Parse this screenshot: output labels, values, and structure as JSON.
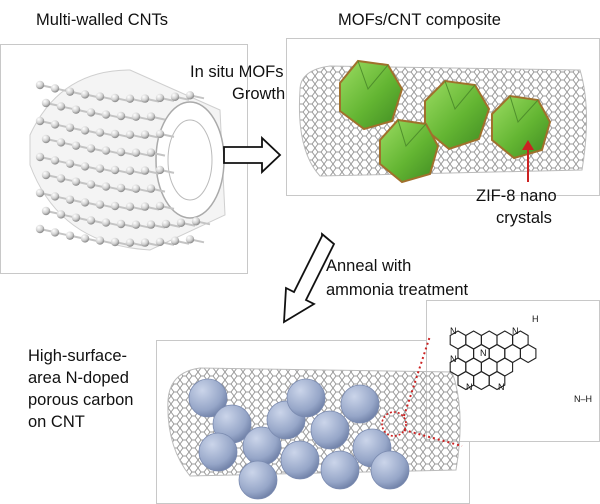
{
  "labels": {
    "cnt_title": "Multi-walled CNTs",
    "composite_title": "MOFs/CNT composite",
    "growth_line1": "In situ MOFs",
    "growth_line2": "Growth",
    "zif_line1": "ZIF-8 nano",
    "zif_line2": "crystals",
    "anneal_line1": "Anneal with",
    "anneal_line2": "ammonia treatment",
    "product_line1": "High-surface-",
    "product_line2": "area N-doped",
    "product_line3": "porous carbon",
    "product_line4": "on CNT",
    "n_atom": "N",
    "h_atom": "H",
    "nh_group": "N–H"
  },
  "colors": {
    "crystal": "#6fbf3a",
    "crystal_edge": "#a0702c",
    "sphere": "#9aa9c9",
    "pointer": "#cc2222"
  }
}
